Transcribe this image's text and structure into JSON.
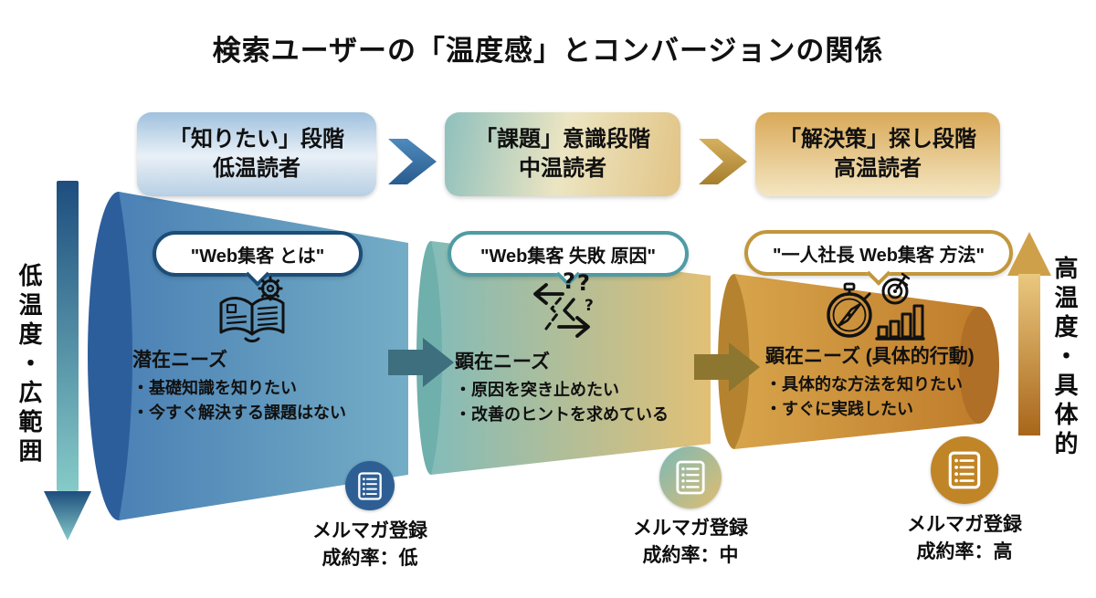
{
  "title": "検索ユーザーの「温度感」とコンバージョンの関係",
  "axes": {
    "left_label": "低温度・広範囲",
    "left_arrow_icon": "down-arrow-icon",
    "right_label": "高温度・具体的",
    "right_arrow_icon": "up-arrow-icon"
  },
  "stages": [
    {
      "header_line1": "「知りたい」段階",
      "header_line2": "低温読者",
      "query": "\"Web集客 とは\"",
      "icon": "book-gear-icon",
      "needs_title": "潜在ニーズ",
      "needs_items": [
        "・基礎知識を知りたい",
        "・今すぐ解決する課題はない"
      ],
      "cta_icon": "checklist-icon",
      "cta_label": "メルマガ登録",
      "rate_label": "成約率：低"
    },
    {
      "header_line1": "「課題」意識段階",
      "header_line2": "中温読者",
      "query": "\"Web集客 失敗 原因\"",
      "icon": "confused-arrows-icon",
      "needs_title": "顕在ニーズ",
      "needs_items": [
        "・原因を突き止めたい",
        "・改善のヒントを求めている"
      ],
      "cta_icon": "checklist-icon",
      "cta_label": "メルマガ登録",
      "rate_label": "成約率：中"
    },
    {
      "header_line1": "「解決策」探し段階",
      "header_line2": "高温読者",
      "query": "\"一人社長 Web集客 方法\"",
      "icon": "compass-target-chart-icon",
      "needs_title": "顕在ニーズ (具体的行動)",
      "needs_items": [
        "・具体的な方法を知りたい",
        "・すぐに実践したい"
      ],
      "cta_icon": "checklist-icon",
      "cta_label": "メルマガ登録",
      "rate_label": "成約率：高"
    }
  ],
  "colors": {
    "funnel_blue_dark": "#2d5e9c",
    "funnel_blue": "#4b81b5",
    "funnel_teal": "#84bcb9",
    "funnel_gold": "#e2c075",
    "funnel_orange": "#c07d2b",
    "badge_blue": "#2e5f94",
    "badge_gold": "#c08527",
    "chevron_blue": "#2a6da9",
    "chevron_gold": "#c89a41",
    "pill_border_blue": "#1b4d77",
    "pill_border_teal": "#4f9ba4",
    "pill_border_gold": "#c2973c",
    "left_arrow_top": "#1d4d7e",
    "left_arrow_bottom": "#85cbc8",
    "right_arrow_top": "#eac87f",
    "right_arrow_bottom": "#a8661a"
  }
}
